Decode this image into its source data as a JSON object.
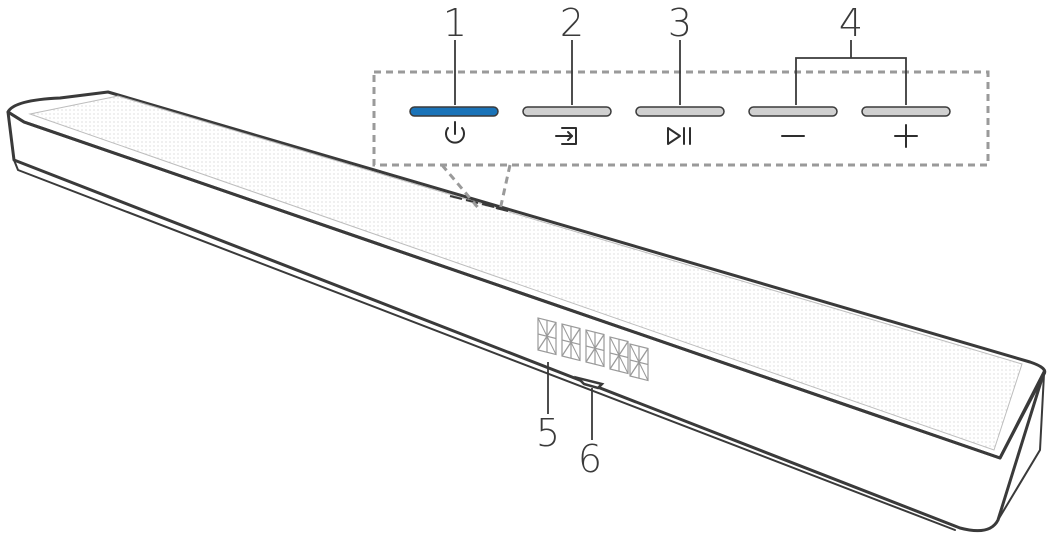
{
  "callouts": {
    "power": "1",
    "source": "2",
    "play_pause": "3",
    "volume": "4",
    "display": "5",
    "ir_sensor": "6"
  },
  "buttons": [
    {
      "name": "power-button",
      "icon": "power-icon",
      "color": "#1a73b8"
    },
    {
      "name": "source-button",
      "icon": "source-input-icon",
      "color": "#d0d0d0"
    },
    {
      "name": "play-pause-button",
      "icon": "play-pause-icon",
      "color": "#d0d0d0"
    },
    {
      "name": "volume-down-button",
      "icon": "minus-icon",
      "color": "#d0d0d0"
    },
    {
      "name": "volume-up-button",
      "icon": "plus-icon",
      "color": "#d0d0d0"
    }
  ],
  "colors": {
    "accent": "#1a73b8",
    "outline": "#3a3a3a",
    "dashed_frame": "#9a9a9a",
    "grille_dot": "#c9c9c9"
  }
}
